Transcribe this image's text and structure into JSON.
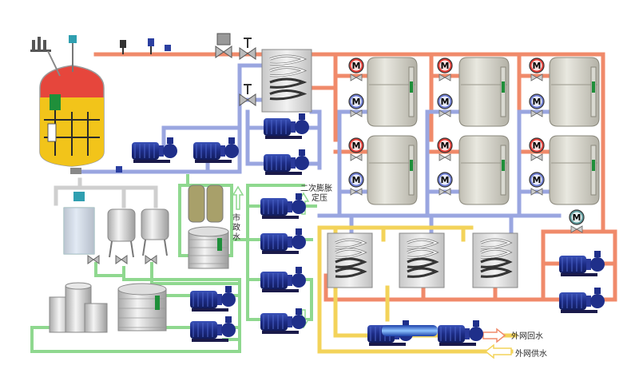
{
  "labels": {
    "expansion_line1": "二次膨胀",
    "expansion_line2": "定压",
    "municipal_1": "市",
    "municipal_2": "政",
    "municipal_3": "水",
    "outer_return": "外网回水",
    "outer_supply": "外网供水"
  },
  "motor_letter": "M",
  "colors": {
    "hot": "#f08a6a",
    "cold": "#9aa6e0",
    "green": "#8fd88f",
    "yellow": "#f3d35a",
    "grey": "#cfcfcf",
    "pump": "#1f2f8a",
    "motor_red": "#e8413a",
    "motor_blue": "#6f7fd6",
    "motor_teal": "#5f9ea0"
  }
}
